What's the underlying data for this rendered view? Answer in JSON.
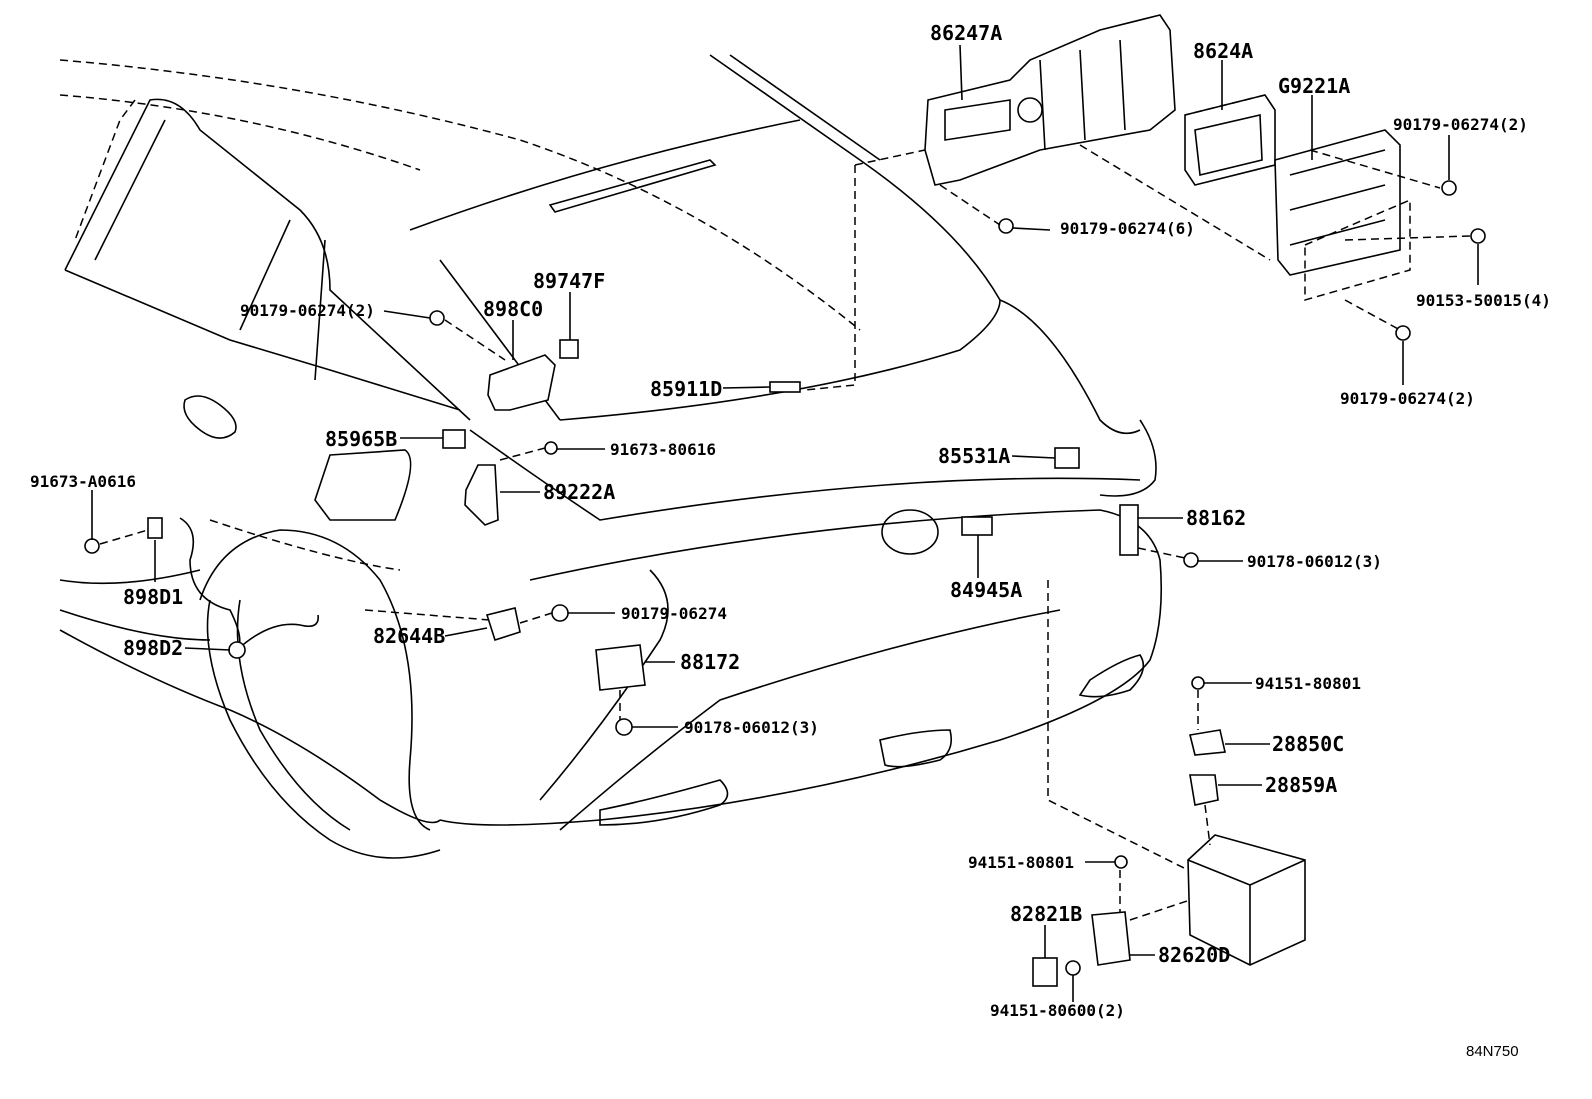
{
  "diagram": {
    "code": "84N750",
    "callouts": {
      "p86247A": "86247A",
      "p8624A": "8624A",
      "pG9221A": "G9221A",
      "p90179_2_top": "90179-06274(2)",
      "p90179_6": "90179-06274(6)",
      "p90153": "90153-50015(4)",
      "p90179_2_right": "90179-06274(2)",
      "p89747F": "89747F",
      "p90179_2_left": "90179-06274(2)",
      "p898C0": "898C0",
      "p85911D": "85911D",
      "p85965B": "85965B",
      "p91673_80616": "91673-80616",
      "p91673_A0616": "91673-A0616",
      "p89222A": "89222A",
      "p85531A": "85531A",
      "p88162": "88162",
      "p90178_right": "90178-06012(3)",
      "p84945A": "84945A",
      "p898D1": "898D1",
      "p82644B": "82644B",
      "p90179_06274": "90179-06274",
      "p898D2": "898D2",
      "p88172": "88172",
      "p90178_bottom": "90178-06012(3)",
      "p94151_80801_a": "94151-80801",
      "p28850C": "28850C",
      "p28859A": "28859A",
      "p94151_80801_b": "94151-80801",
      "p82821B": "82821B",
      "p82620D": "82620D",
      "p94151_80600": "94151-80600(2)"
    }
  }
}
